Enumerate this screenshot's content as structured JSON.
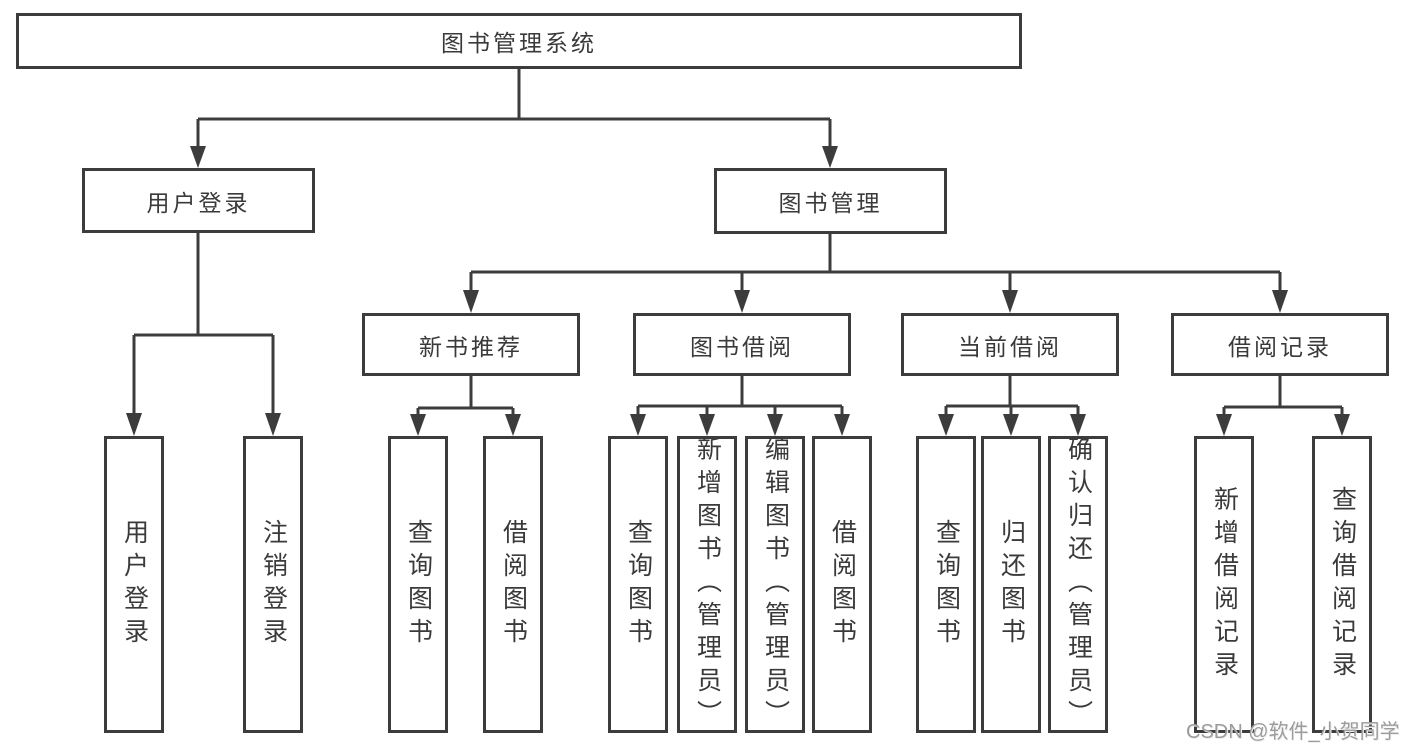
{
  "root": {
    "label": "图书管理系统"
  },
  "level2": {
    "user_login": {
      "label": "用户登录"
    },
    "book_mgmt": {
      "label": "图书管理"
    }
  },
  "level3": {
    "new_book": {
      "label": "新书推荐"
    },
    "borrow": {
      "label": "图书借阅"
    },
    "current": {
      "label": "当前借阅"
    },
    "records": {
      "label": "借阅记录"
    }
  },
  "leaves": {
    "user_login": [
      "用户登录",
      "注销登录"
    ],
    "new_book": [
      "查询图书",
      "借阅图书"
    ],
    "borrow": [
      "查询图书",
      "新增图书（管理员）",
      "编辑图书（管理员）",
      "借阅图书"
    ],
    "current": [
      "查询图书",
      "归还图书",
      "确认归还（管理员）"
    ],
    "records": [
      "新增借阅记录",
      "查询借阅记录"
    ]
  },
  "watermark": "CSDN @软件_小贺同学",
  "colors": {
    "line": "#3c3c3c",
    "text": "#3a3a3a",
    "box_bg": "#ffffff",
    "watermark": "#9c9c9c"
  }
}
